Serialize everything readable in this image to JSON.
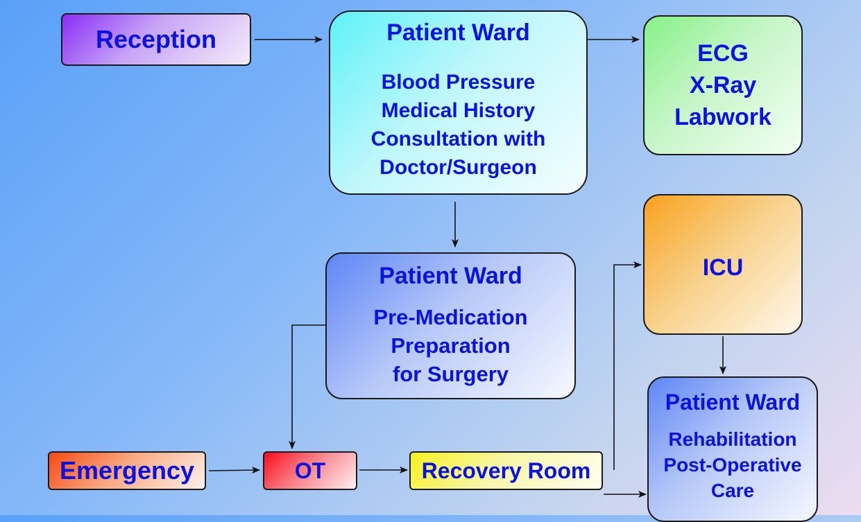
{
  "nodes": {
    "reception": {
      "label": "Reception"
    },
    "ward1": {
      "title": "Patient Ward",
      "lines": [
        "Blood Pressure",
        "Medical History",
        "Consultation with",
        "Doctor/Surgeon"
      ]
    },
    "tests": {
      "lines": [
        "ECG",
        "X-Ray",
        "Labwork"
      ]
    },
    "ward2": {
      "title": "Patient Ward",
      "lines": [
        "Pre-Medication",
        "Preparation",
        "for Surgery"
      ]
    },
    "icu": {
      "label": "ICU"
    },
    "ward3": {
      "title": "Patient Ward",
      "lines": [
        "Rehabilitation",
        "Post-Operative",
        "Care"
      ]
    },
    "emergency": {
      "label": "Emergency"
    },
    "ot": {
      "label": "OT"
    },
    "recovery": {
      "label": "Recovery Room"
    }
  },
  "edges": [
    {
      "from": "reception",
      "to": "ward1"
    },
    {
      "from": "ward1",
      "to": "tests"
    },
    {
      "from": "ward1",
      "to": "ward2"
    },
    {
      "from": "ward2",
      "to": "ot"
    },
    {
      "from": "emergency",
      "to": "ot"
    },
    {
      "from": "ot",
      "to": "recovery"
    },
    {
      "from": "recovery",
      "to": "icu"
    },
    {
      "from": "recovery",
      "to": "ward3"
    },
    {
      "from": "icu",
      "to": "ward3"
    }
  ],
  "colors": {
    "text": "#0a12e0",
    "border": "#1a1a1a",
    "reception": "#8a2ef5",
    "ward1": "#5ef2f8",
    "tests": "#86f188",
    "ward2": "#5e86f5",
    "icu": "#f8a21e",
    "ward3": "#5e86f5",
    "emergency": "#f84a12",
    "ot": "#f80e1e",
    "recovery": "#f8f21e"
  }
}
